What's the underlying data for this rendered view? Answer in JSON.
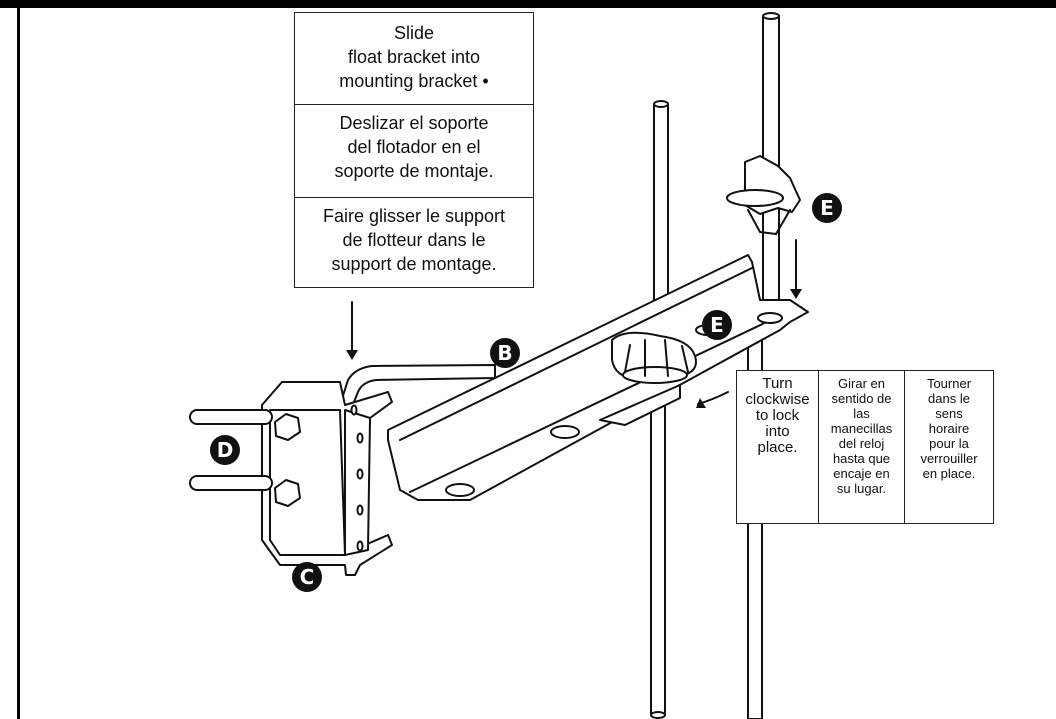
{
  "callout": {
    "en": "Slide\nfloat bracket into\nmounting bracket •",
    "es": "Deslizar el soporte\ndel flotador en el\nsoporte de montaje.",
    "fr": "Faire glisser le support\nde flotteur dans le\nsupport de montage."
  },
  "instructions": {
    "en": "Turn\nclockwise\nto lock\ninto\nplace.",
    "es": "Girar en\nsentido de\nlas\nmanecillas\ndel reloj\nhasta que\nencaje en\nsu lugar.",
    "fr": "Tourner\ndans le\nsens\nhoraire\npour la\nverrouiller\nen place."
  },
  "labels": {
    "b": "B",
    "c": "C",
    "d": "D",
    "e_upper": "E",
    "e_lower": "E"
  }
}
